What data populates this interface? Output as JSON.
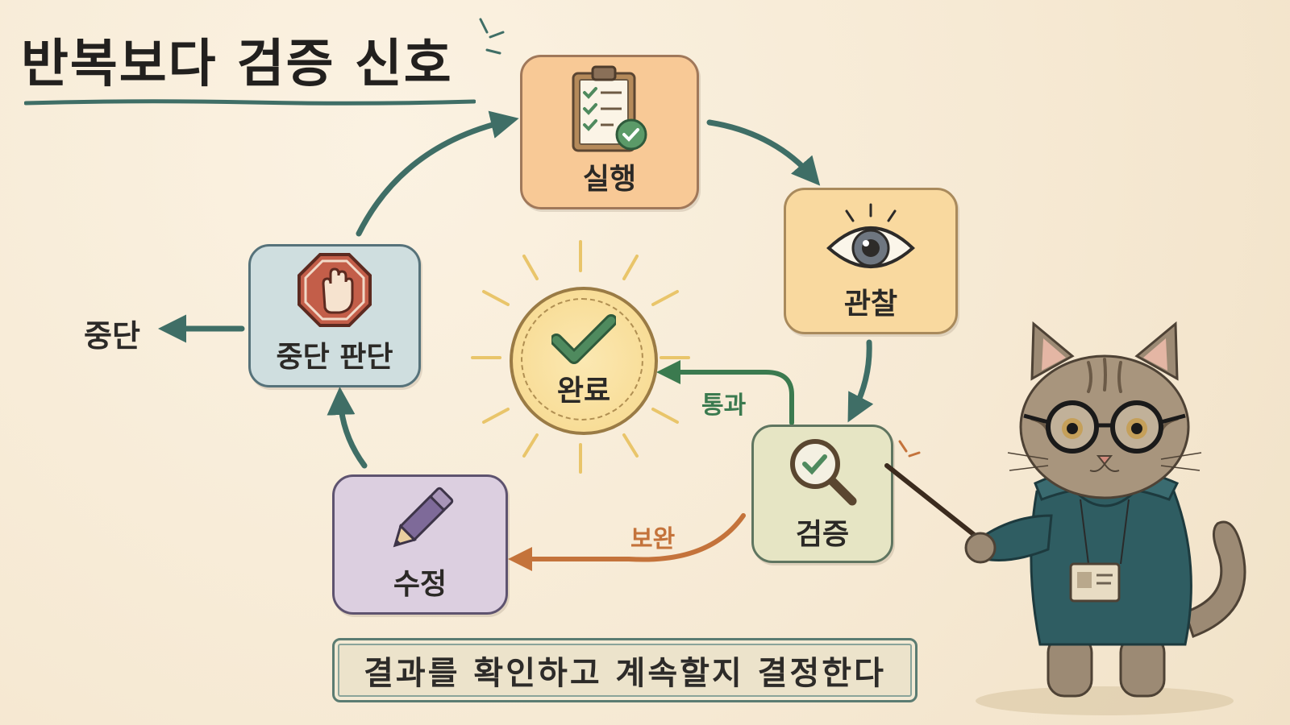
{
  "title": "반복보다 검증 신호",
  "nodes": {
    "execute": "실행",
    "observe": "관찰",
    "verify": "검증",
    "revise": "수정",
    "stop_decision": "중단 판단",
    "complete": "완료"
  },
  "edge_labels": {
    "pass": "통과",
    "supplement": "보완",
    "stop_out": "중단"
  },
  "caption": "결과를 확인하고 계속할지 결정한다",
  "colors": {
    "background": "#f7ecd8",
    "arrow_main": "#3f6e66",
    "arrow_pass": "#3b7a4f",
    "arrow_supplement": "#c4733b"
  },
  "icons": {
    "execute": "clipboard-check-icon",
    "observe": "eye-icon",
    "verify": "magnifier-check-icon",
    "revise": "pencil-icon",
    "stop_decision": "stop-hand-icon",
    "complete": "checkmark-icon"
  }
}
